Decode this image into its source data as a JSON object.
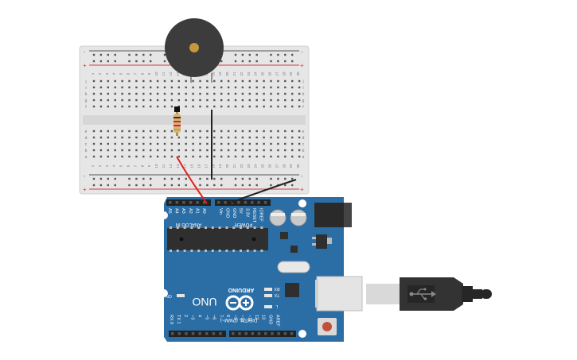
{
  "board": {
    "brand": "ARDUINO",
    "model": "UNO",
    "analog_header": "ANALOG IN",
    "power_header": "POWER",
    "digital_header": "DIGITAL (PWM~)",
    "on_label": "ON",
    "tx_label": "TX",
    "rx_label": "RX",
    "l_label": "L",
    "analog_pins": [
      "A5",
      "A4",
      "A3",
      "A2",
      "A1",
      "A0"
    ],
    "power_pins": [
      "Vin",
      "GND",
      "GND",
      "5V",
      "3.3V",
      "RESET",
      "IOREF"
    ],
    "digital_pins": [
      "RX 0",
      "TX 1",
      "2",
      "~3",
      "4",
      "~5",
      "~6",
      "7",
      "8",
      "~9",
      "~10",
      "~11",
      "12",
      "13",
      "GND",
      "AREF"
    ]
  },
  "breadboard": {
    "rail_plus": "+",
    "rail_minus": "-",
    "row_letters_top": [
      "j",
      "i",
      "h",
      "g",
      "f"
    ],
    "row_letters_bottom": [
      "e",
      "d",
      "c",
      "b",
      "a"
    ],
    "column_count": 30
  },
  "colors": {
    "board_blue": "#2b6ea6",
    "wire_red": "#e02020",
    "wire_black": "#222222",
    "breadboard": "#e6e6e6",
    "rail_red": "#d33b3b"
  },
  "icons": {
    "usb": "usb-icon",
    "infinity": "infinity-logo-icon"
  }
}
